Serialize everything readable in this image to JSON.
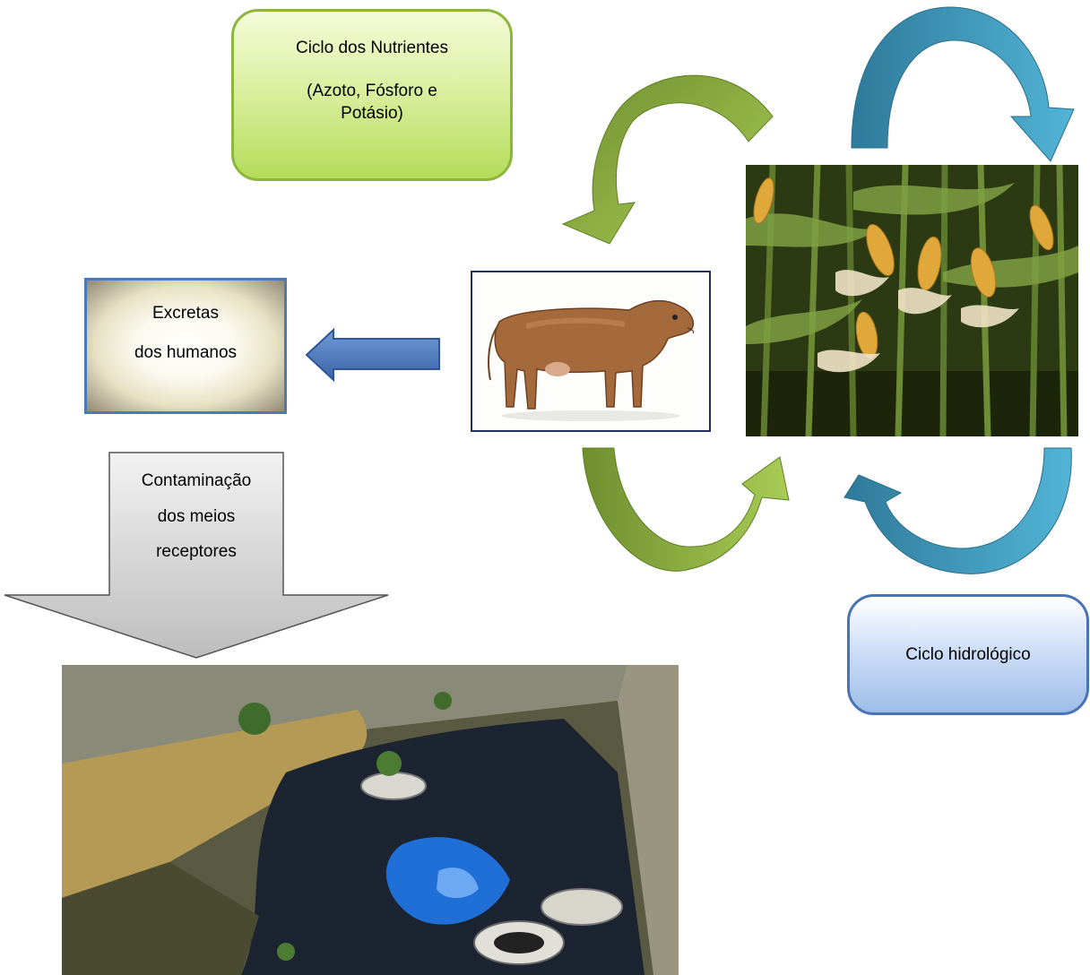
{
  "nutrient_cycle": {
    "line1": "Ciclo dos Nutrientes",
    "line2": "(Azoto, Fósforo e",
    "line3": "Potásio)"
  },
  "hydrological_cycle": {
    "label": "Ciclo hidrológico"
  },
  "excretas": {
    "line1": "Excretas",
    "line2": "dos humanos"
  },
  "contamination": {
    "line1": "Contaminação",
    "line2": "dos meios",
    "line3": "receptores"
  },
  "colors": {
    "green_arrow": "#7f9f3c",
    "teal_arrow": "#3d8fb0",
    "blue_arrow": "#4f7fc0",
    "gray_arrow": "#d4d4d4"
  },
  "images": {
    "cow": "cow-photo",
    "corn": "corn-field-photo",
    "canal": "polluted-canal-photo"
  }
}
